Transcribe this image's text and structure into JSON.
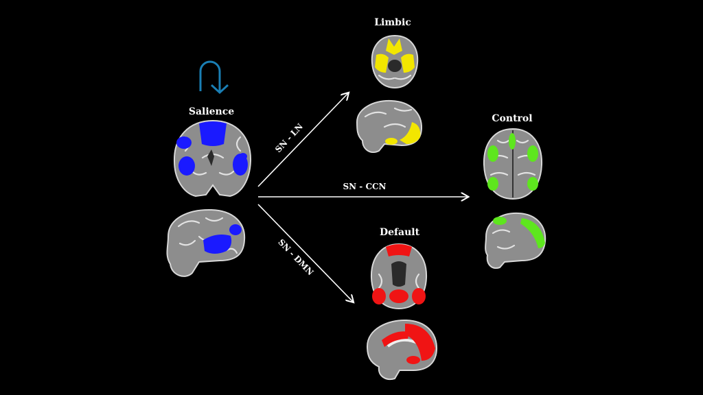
{
  "nodes": {
    "salience": {
      "label": "Salience",
      "color": "#1a1aff"
    },
    "limbic": {
      "label": "Limbic",
      "color": "#f2e600"
    },
    "control": {
      "label": "Control",
      "color": "#5ee61e"
    },
    "default": {
      "label": "Default",
      "color": "#f01414"
    }
  },
  "edges": {
    "ln": {
      "label": "SN - LN"
    },
    "ccn": {
      "label": "SN - CCN"
    },
    "dmn": {
      "label": "SN - DMN"
    }
  },
  "self_loop": {
    "icon": "u-turn-arrow-icon",
    "color": "#1a7fb5"
  }
}
